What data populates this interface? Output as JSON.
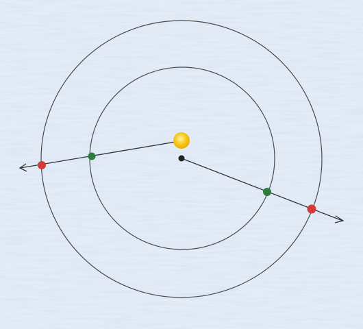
{
  "diagram": {
    "colors": {
      "paper": "#e3ebf6",
      "pencil_texture": "#9db6dc",
      "orbit_line": "#4a4a4a",
      "ray_line": "#333333",
      "sun": "#f5c518",
      "center_dot": "#222222",
      "inner_orbit_point": "#2f7d3a",
      "outer_orbit_point": "#d33a3a"
    },
    "elements": {
      "orbits": [
        "inner-orbit",
        "outer-orbit"
      ],
      "bodies": [
        "sun",
        "center-point"
      ],
      "rays": [
        "ray-from-sun",
        "ray-from-center"
      ],
      "markers": [
        "inner-orbit-point",
        "outer-orbit-point"
      ],
      "arrowheads": [
        "left-arrowhead",
        "right-arrowhead"
      ]
    },
    "labels": []
  }
}
